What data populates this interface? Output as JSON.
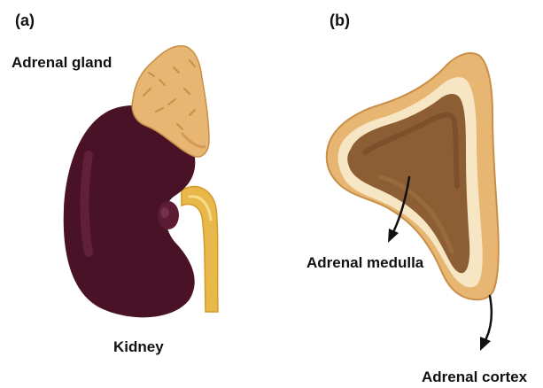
{
  "panels": {
    "a": {
      "label": "(a)",
      "parts": {
        "adrenal_gland": "Adrenal gland",
        "kidney": "Kidney"
      }
    },
    "b": {
      "label": "(b)",
      "parts": {
        "adrenal_medulla": "Adrenal medulla",
        "adrenal_cortex": "Adrenal cortex"
      }
    }
  },
  "colors": {
    "kidney": "#4a1226",
    "kidney_highlight": "#6e2a44",
    "ureter": "#e8b84a",
    "gland_outer": "#e7b672",
    "gland_shadow": "#c98f48",
    "cortex_inner": "#f6e6c4",
    "medulla": "#8d5e34",
    "medulla_dark": "#6e4524",
    "arrow": "#111111"
  }
}
